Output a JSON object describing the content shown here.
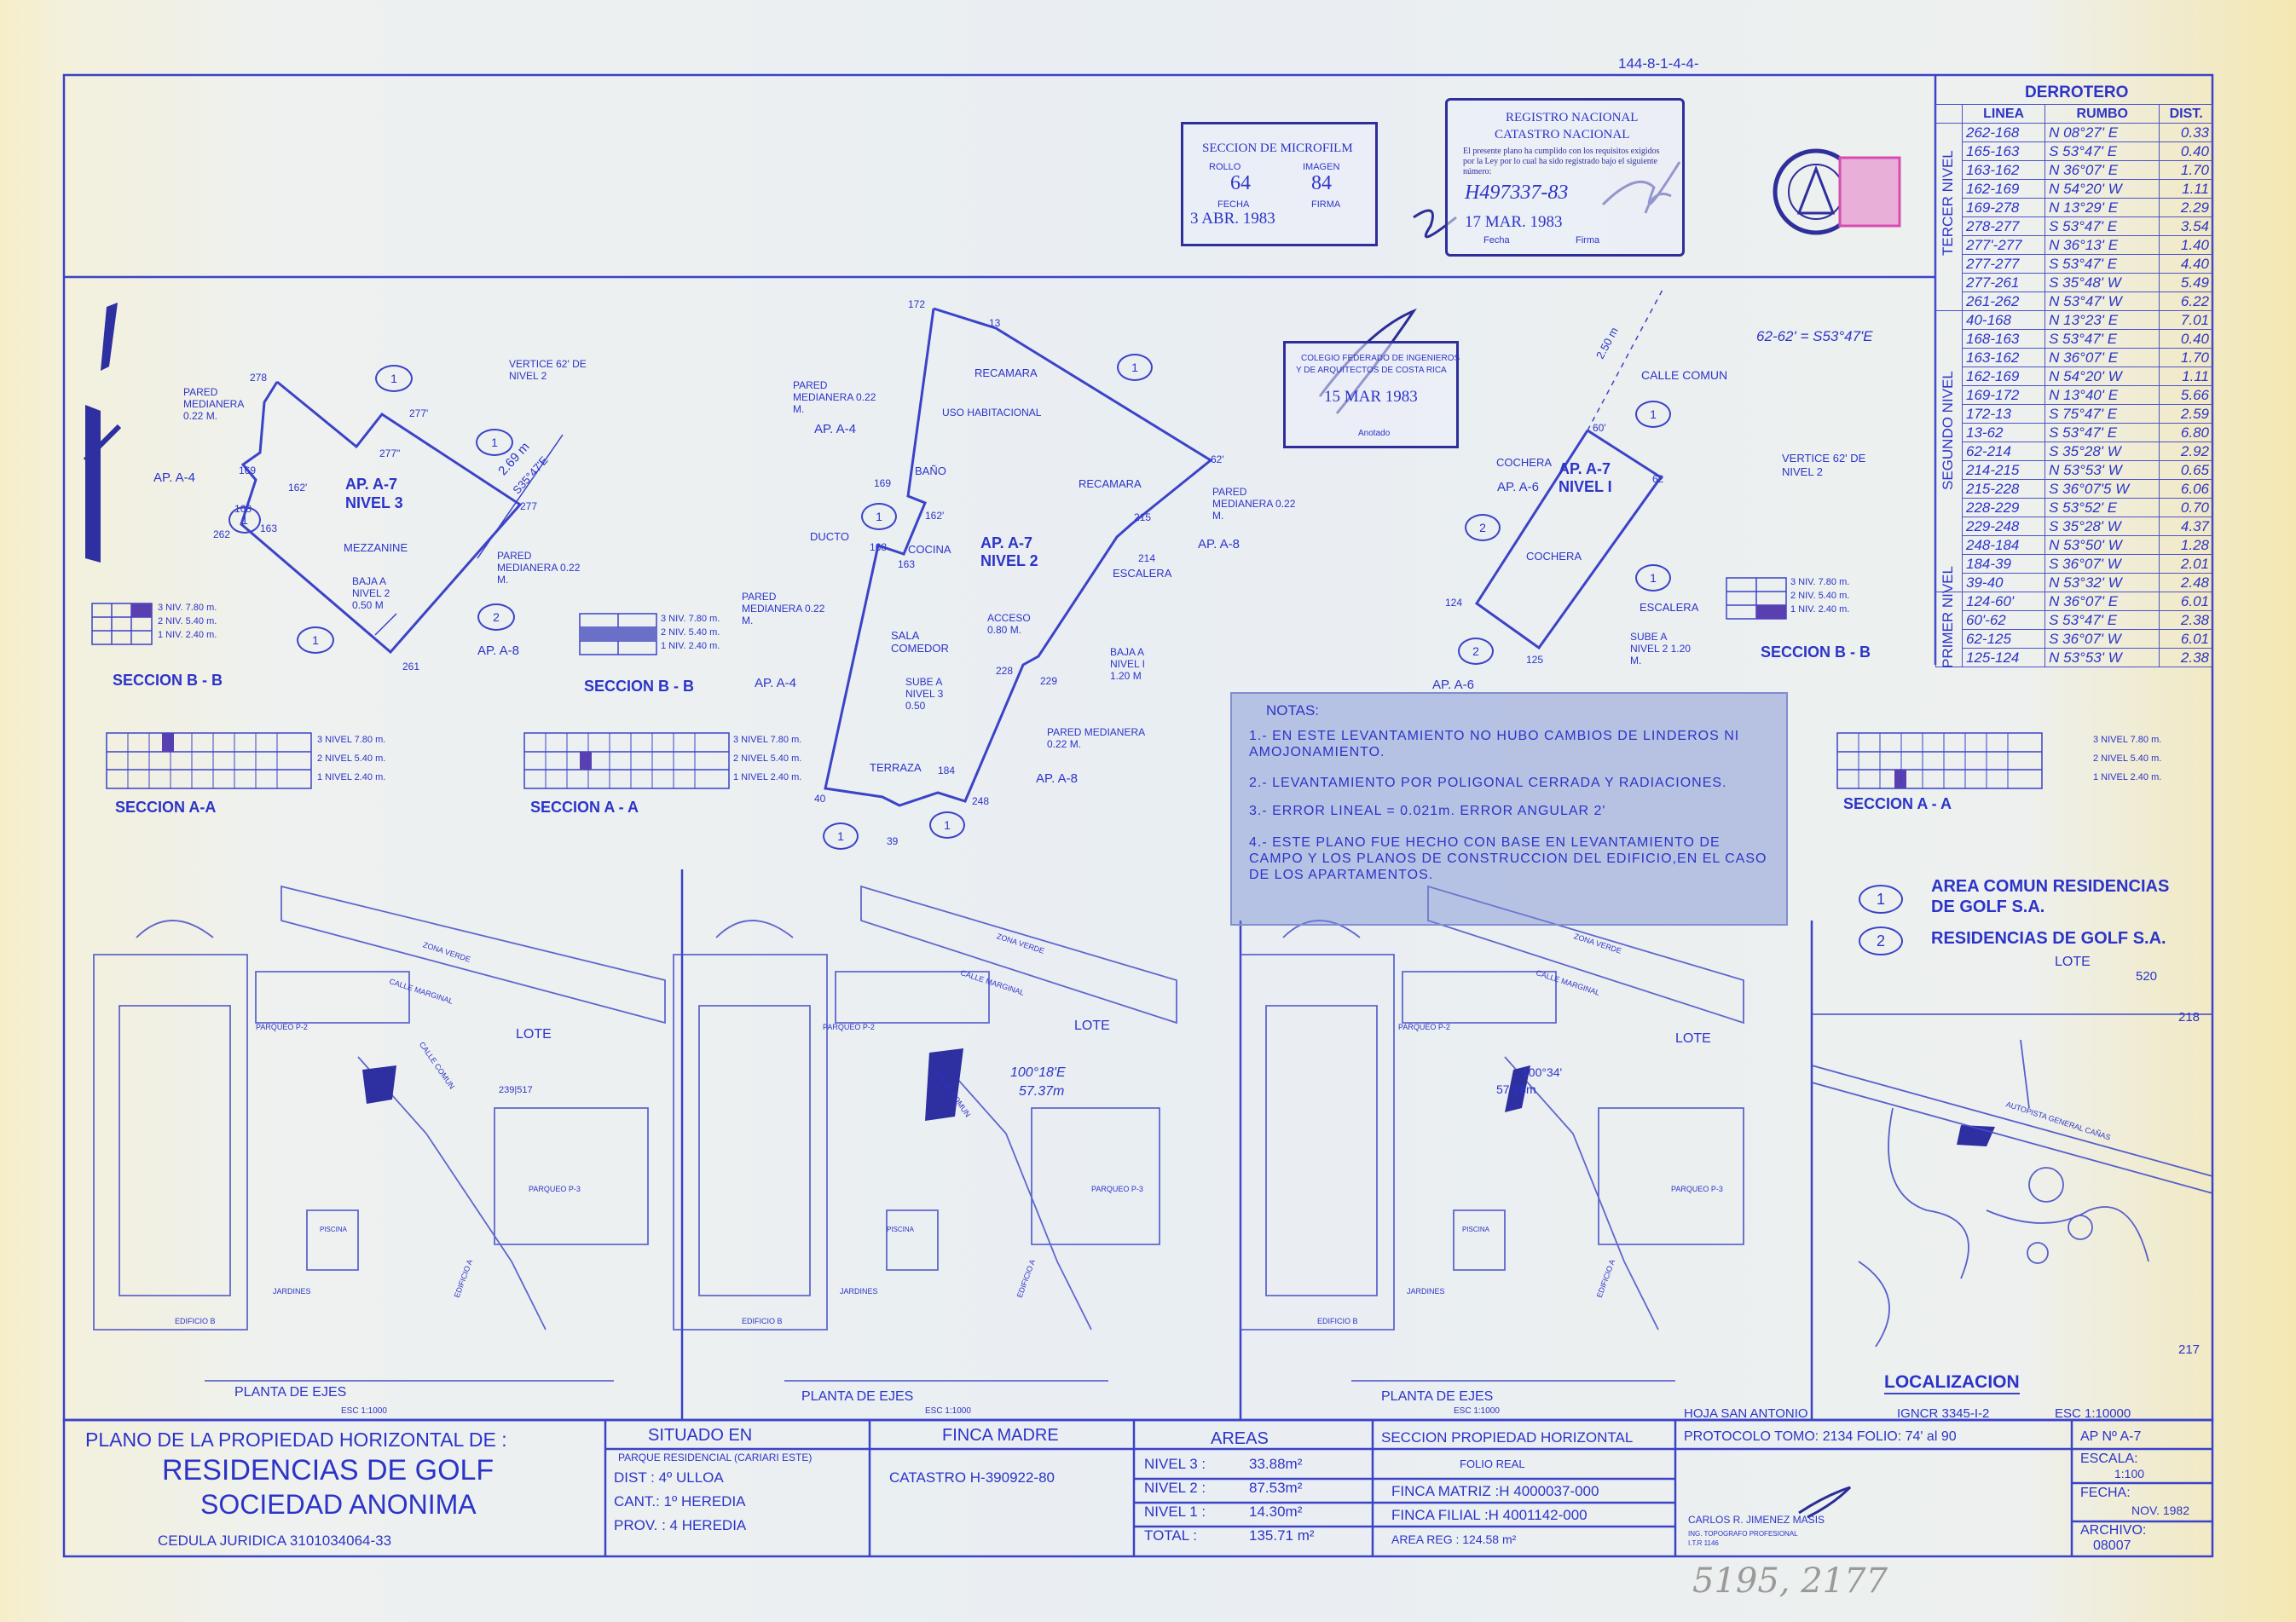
{
  "sheet_code": "144-8-1-4-4-",
  "microfilm": {
    "title": "SECCION DE MICROFILM",
    "rollo_label": "ROLLO",
    "imagen_label": "IMAGEN",
    "rollo": "64",
    "imagen": "84",
    "fecha_label": "FECHA",
    "firma_label": "FIRMA",
    "fecha": "3 ABR. 1983"
  },
  "registro": {
    "line1": "REGISTRO NACIONAL",
    "line2": "CATASTRO NACIONAL",
    "text": "El presente plano ha cumplido con los requisitos exigidos por la Ley por lo cual ha sido registrado bajo el siguiente número:",
    "number": "H497337-83",
    "date": "17 MAR. 1983",
    "fecha_label": "Fecha",
    "firma_label": "Firma"
  },
  "colegio": {
    "line1": "COLEGIO FEDERADO DE INGENIEROS",
    "line2": "Y DE ARQUITECTOS DE COSTA RICA",
    "date": "15 MAR 1983",
    "status": "Anotado"
  },
  "derrotero": {
    "title": "DERROTERO",
    "headers": [
      "LINEA",
      "RUMBO",
      "DIST."
    ],
    "groups": [
      {
        "name": "TERCER NIVEL",
        "rows": [
          [
            "262-168",
            "N 08°27' E",
            "0.33"
          ],
          [
            "165-163",
            "S 53°47' E",
            "0.40"
          ],
          [
            "163-162",
            "N 36°07' E",
            "1.70"
          ],
          [
            "162-169",
            "N 54°20' W",
            "1.11"
          ],
          [
            "169-278",
            "N 13°29' E",
            "2.29"
          ],
          [
            "278-277",
            "S 53°47' E",
            "3.54"
          ],
          [
            "277'-277",
            "N 36°13' E",
            "1.40"
          ],
          [
            "277-277",
            "S 53°47' E",
            "4.40"
          ],
          [
            "277-261",
            "S 35°48' W",
            "5.49"
          ],
          [
            "261-262",
            "N 53°47' W",
            "6.22"
          ]
        ]
      },
      {
        "name": "SEGUNDO NIVEL",
        "rows": [
          [
            "40-168",
            "N 13°23' E",
            "7.01"
          ],
          [
            "168-163",
            "S 53°47' E",
            "0.40"
          ],
          [
            "163-162",
            "N 36°07' E",
            "1.70"
          ],
          [
            "162-169",
            "N 54°20' W",
            "1.11"
          ],
          [
            "169-172",
            "N 13°40' E",
            "5.66"
          ],
          [
            "172-13",
            "S 75°47' E",
            "2.59"
          ],
          [
            "13-62",
            "S 53°47' E",
            "6.80"
          ],
          [
            "62-214",
            "S 35°28' W",
            "2.92"
          ],
          [
            "214-215",
            "N 53°53' W",
            "0.65"
          ],
          [
            "215-228",
            "S 36°07'5 W",
            "6.06"
          ],
          [
            "228-229",
            "S 53°52' E",
            "0.70"
          ],
          [
            "229-248",
            "S 35°28' W",
            "4.37"
          ],
          [
            "248-184",
            "N 53°50' W",
            "1.28"
          ],
          [
            "184-39",
            "S 36°07' W",
            "2.01"
          ],
          [
            "39-40",
            "N 53°32' W",
            "2.48"
          ]
        ]
      },
      {
        "name": "PRIMER NIVEL",
        "rows": [
          [
            "124-60'",
            "N 36°07' E",
            "6.01"
          ],
          [
            "60'-62",
            "S 53°47' E",
            "2.38"
          ],
          [
            "62-125",
            "S 36°07' W",
            "6.01"
          ],
          [
            "125-124",
            "N 53°53' W",
            "2.38"
          ]
        ]
      }
    ]
  },
  "drawings": {
    "n3": {
      "title": "AP. A-7",
      "subtitle": "NIVEL 3",
      "pared": "PARED MEDIANERA 0.22 M.",
      "pared2": "PARED MEDIANERA 0.22 M.",
      "mezzanine": "MEZZANINE",
      "baja": "BAJA A NIVEL 2 0.50 M",
      "vertice": "VERTICE 62' DE NIVEL 2",
      "dist": "2.69 m",
      "bearing": "S35°47'E",
      "ap_left": "AP. A-4",
      "ap_right": "AP. A-8",
      "pts": [
        "278",
        "277'",
        "277\"",
        "277",
        "169",
        "162'",
        "168",
        "163",
        "262",
        "261"
      ]
    },
    "n2": {
      "title": "AP. A-7",
      "subtitle": "NIVEL 2",
      "pared_tl": "PARED MEDIANERA 0.22 M.",
      "pared_r": "PARED MEDIANERA 0.22 M.",
      "pared_l": "PARED MEDIANERA 0.22 M.",
      "pared_b": "PARED MEDIANERA 0.22 M.",
      "recamara1": "RECAMARA",
      "uso": "USO HABITACIONAL",
      "recamara2": "RECAMARA",
      "bano": "BAÑO",
      "ducto": "DUCTO",
      "cocina": "COCINA",
      "sala": "SALA COMEDOR",
      "acceso": "ACCESO 0.80 M.",
      "escalera": "ESCALERA",
      "baja": "BAJA A NIVEL I 1.20 M",
      "sube": "SUBE A NIVEL 3 0.50",
      "terraza": "TERRAZA",
      "ap_tl": "AP. A-4",
      "ap_l": "AP. A-4",
      "ap_r": "AP. A-8",
      "ap_br": "AP. A-8",
      "pts": [
        "172",
        "13",
        "62'",
        "215",
        "214",
        "228",
        "229",
        "184",
        "248",
        "40",
        "39",
        "168",
        "163",
        "162'",
        "169"
      ]
    },
    "n1": {
      "title": "AP. A-7",
      "subtitle": "NIVEL I",
      "calle": "CALLE COMUN",
      "bearing": "62-62' = S53°47'E",
      "dist": "2.50 m",
      "cochera1": "COCHERA",
      "cochera2": "COCHERA",
      "escalera": "ESCALERA",
      "sube": "SUBE A NIVEL 2 1.20 M.",
      "vertice": "VERTICE 62' DE NIVEL 2",
      "ap_l": "AP. A-6",
      "ap_b": "AP. A-6",
      "pts": [
        "60'",
        "62",
        "124",
        "125"
      ]
    }
  },
  "sections": {
    "bb_label": "SECCION B - B",
    "aa_label": "SECCION A - A",
    "aa_label_1": "SECCION A-A",
    "niveles": [
      "3 NIV.  7.80 m.",
      "2 NIV.  5.40 m.",
      "1 NIV.  2.40 m."
    ],
    "niveles_aa": [
      "3 NIVEL  7.80 m.",
      "2 NIVEL  5.40 m.",
      "1 NIVEL  2.40 m."
    ]
  },
  "notes": {
    "title": "NOTAS:",
    "items": [
      "1.- EN ESTE LEVANTAMIENTO NO HUBO CAMBIOS DE LINDEROS NI AMOJONAMIENTO.",
      "2.- LEVANTAMIENTO POR POLIGONAL CERRADA Y RADIACIONES.",
      "3.- ERROR LINEAL = 0.021m. ERROR ANGULAR 2'",
      "4.- ESTE PLANO FUE HECHO CON BASE EN LEVANTAMIENTO DE CAMPO Y LOS PLANOS DE CONSTRUCCION DEL EDIFICIO,EN EL CASO DE LOS APARTAMENTOS."
    ]
  },
  "legend": [
    {
      "num": "1",
      "text": "AREA COMUN RESIDENCIAS DE GOLF S.A."
    },
    {
      "num": "2",
      "text": "RESIDENCIAS DE GOLF S.A."
    }
  ],
  "site": {
    "planta": "PLANTA DE EJES",
    "esc": "ESC 1:1000",
    "lote": "LOTE",
    "jardines": "JARDINES",
    "piscina": "PISCINA",
    "calle_marginal": "CALLE MARGINAL",
    "zona_verde": "ZONA VERDE",
    "parqueo": "PARQUEO P-2",
    "parqueo3": "PARQUEO P-3",
    "edificio_a": "EDIFICIO A",
    "edificio_b": "EDIFICIO B",
    "calle_comun": "CALLE COMUN",
    "bearing1": "100°18'E",
    "dist1": "57.37m",
    "bearing2": "100°34'",
    "dist2": "57.38m",
    "numbers": "239|517"
  },
  "localizacion": {
    "title": "LOCALIZACION",
    "lote": "LOTE",
    "n520": "520",
    "n218": "218",
    "n217": "217",
    "autopista": "AUTOPISTA GENERAL CAÑAS",
    "hoja": "HOJA  SAN  ANTONIO",
    "igncr": "IGNCR  3345-I-2",
    "esc": "ESC  1:10000"
  },
  "titleblock": {
    "plano": "PLANO DE LA PROPIEDAD HORIZONTAL DE :",
    "name1": "RESIDENCIAS DE GOLF",
    "name2": "SOCIEDAD ANONIMA",
    "cedula": "CEDULA JURIDICA  3101034064-33",
    "situado": "SITUADO  EN",
    "parque": "PARQUE RESIDENCIAL (CARIARI ESTE)",
    "dist": "DIST : 4º ULLOA",
    "cant": "CANT.: 1º HEREDIA",
    "prov": "PROV. : 4  HEREDIA",
    "finca_madre": "FINCA MADRE",
    "catastro": "CATASTRO H-390922-80",
    "areas": "AREAS",
    "area_rows": [
      [
        "NIVEL 3 :",
        "33.88m²"
      ],
      [
        "NIVEL 2 :",
        "87.53m²"
      ],
      [
        "NIVEL 1 :",
        "14.30m²"
      ],
      [
        "TOTAL :",
        "135.71 m²"
      ]
    ],
    "seccion": "SECCION PROPIEDAD HORIZONTAL",
    "folio": "FOLIO REAL",
    "matriz": "FINCA MATRIZ :H 4000037-000",
    "filial": "FINCA FILIAL :H 4001142-000",
    "area_reg": "AREA  REG :  124.58 m²",
    "protocolo": "PROTOCOLO   TOMO: 2134   FOLIO: 74' al 90",
    "ing_name": "CARLOS R. JIMENEZ MASIS",
    "ing_title": "ING. TOPOGRAFO PROFESIONAL",
    "ing_num": "I.T.R 1146",
    "ap_no": "AP Nº   A-7",
    "escala_label": "ESCALA:",
    "escala": "1:100",
    "fecha_label": "FECHA:",
    "fecha": "NOV. 1982",
    "archivo_label": "ARCHIVO:",
    "archivo": "08007"
  },
  "handwritten": "5195, 2177",
  "colors": {
    "ink": "#2c34c8",
    "stamp": "#2e2f9a",
    "pink": "#d94bb0",
    "notes_bg": "#8c9bd8"
  }
}
